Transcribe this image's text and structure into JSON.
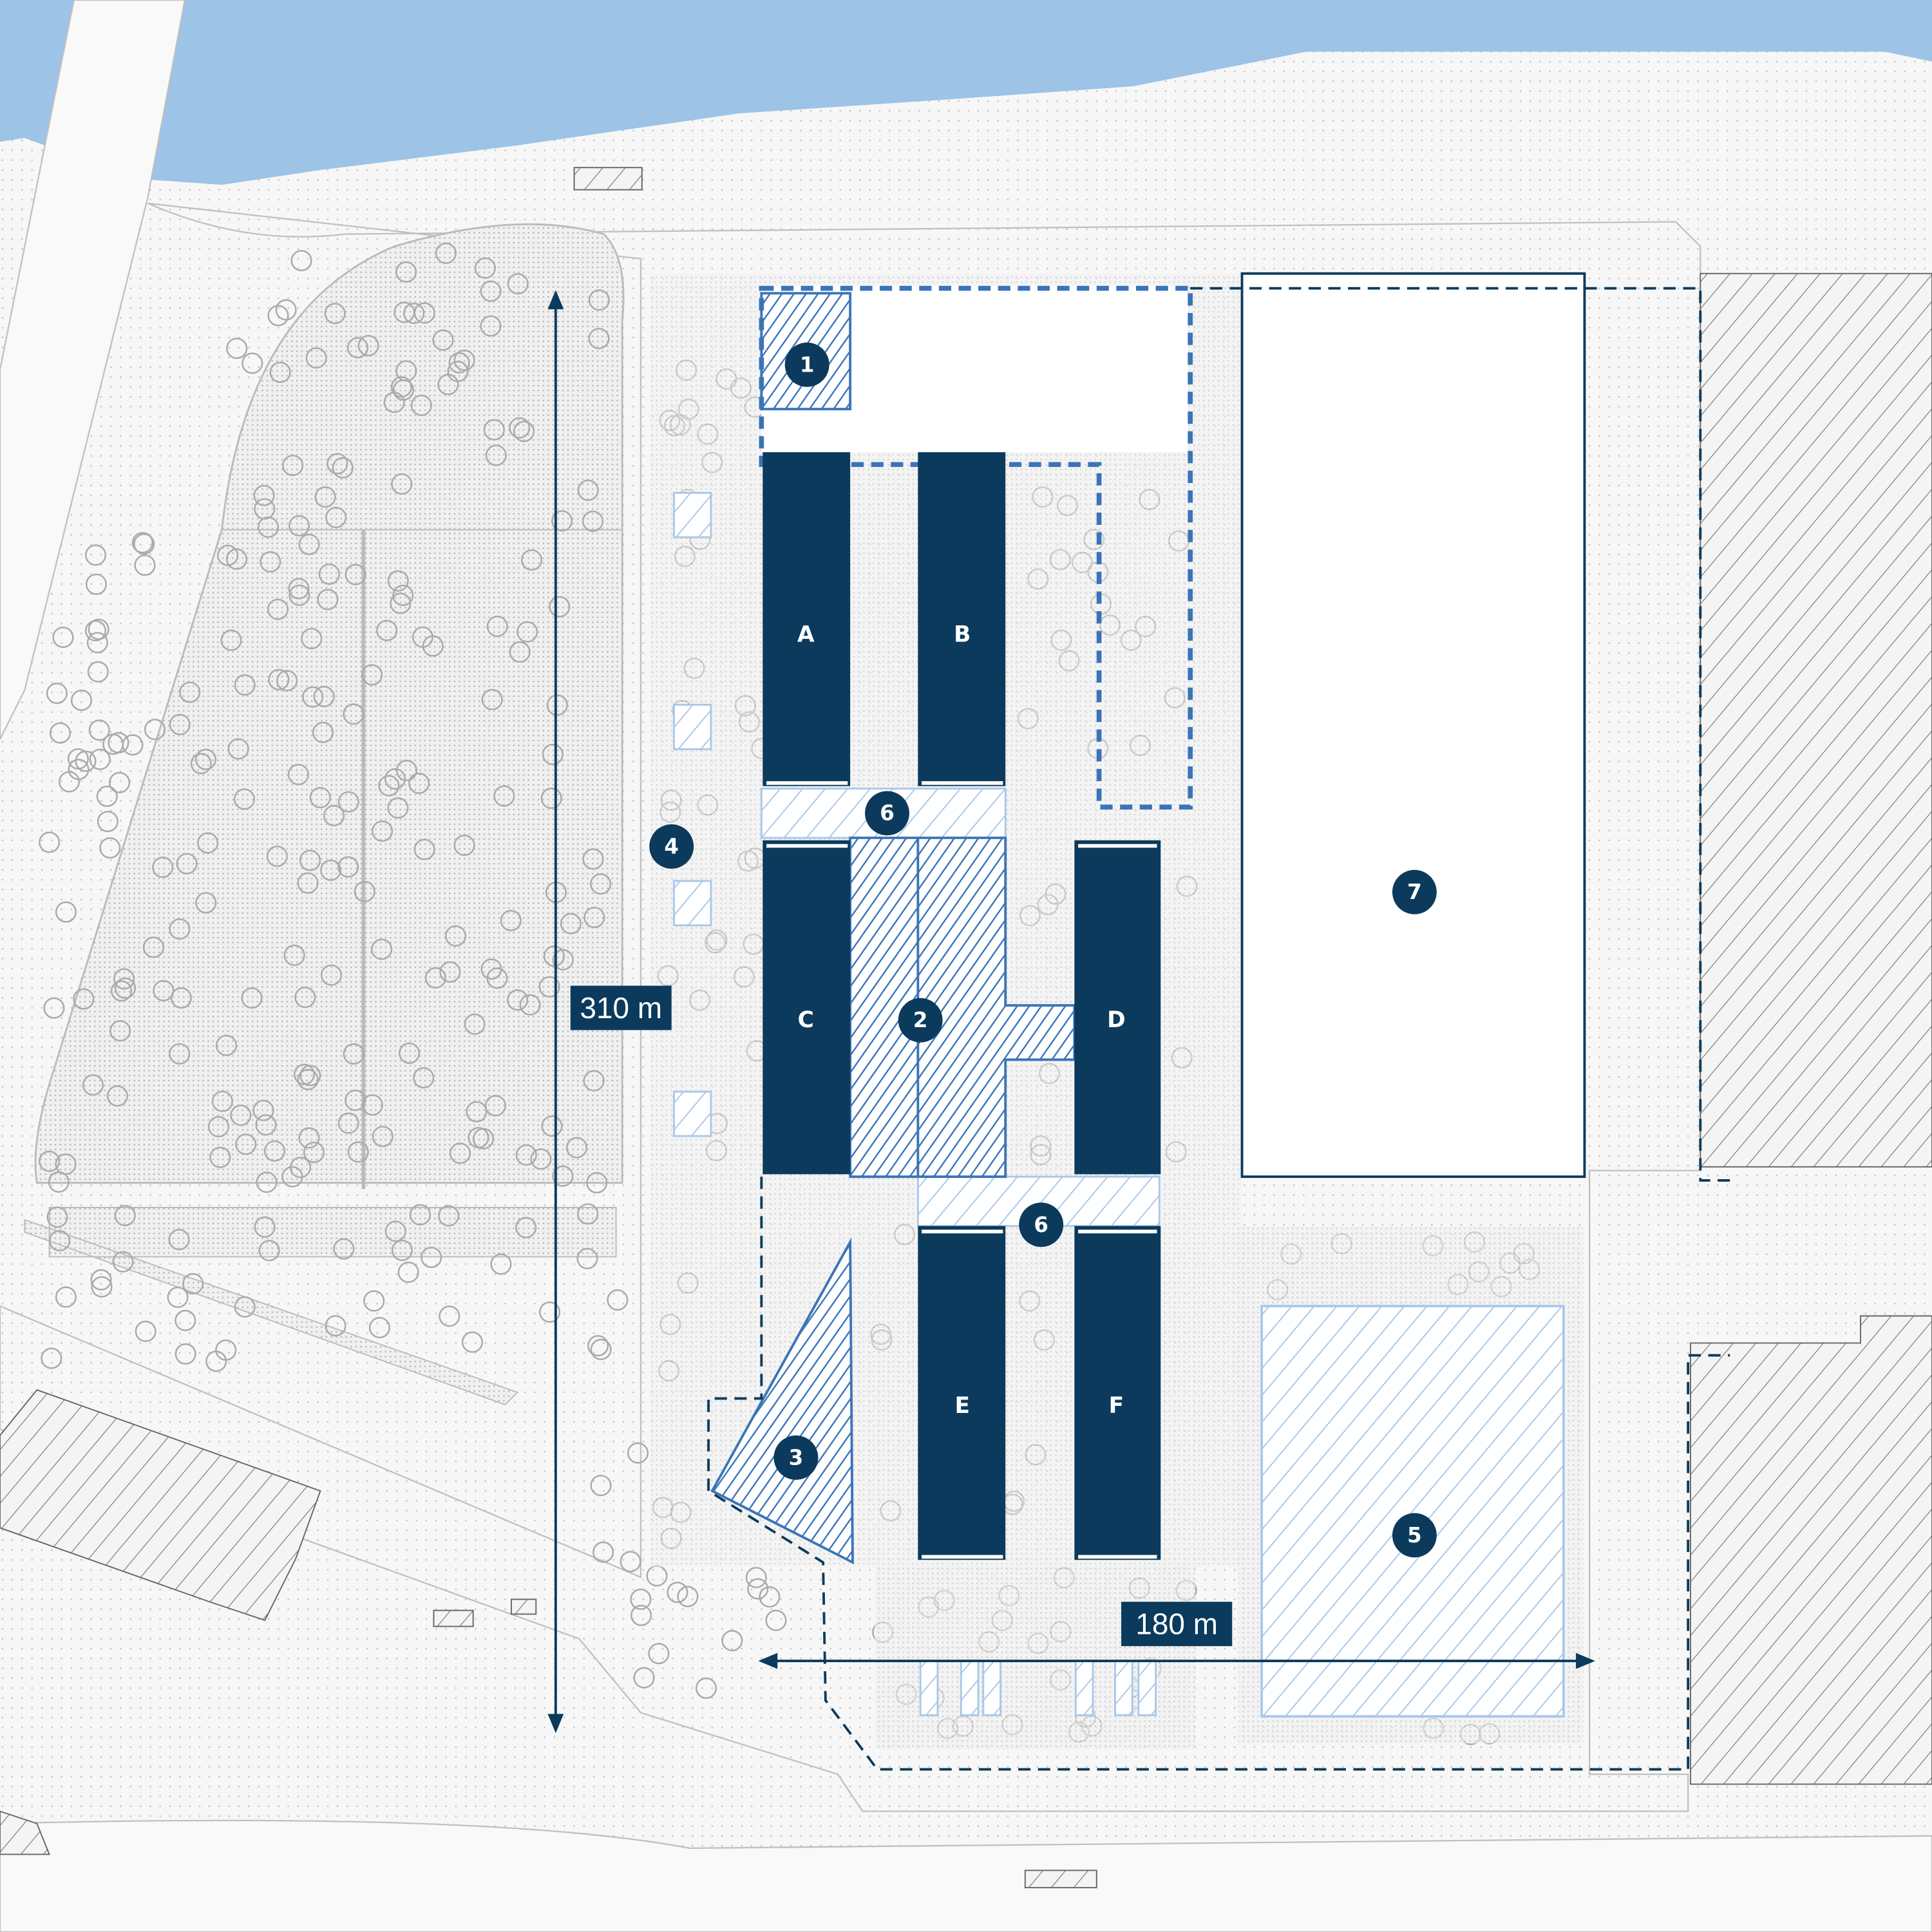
{
  "buildings": [
    {
      "letter": "A"
    },
    {
      "letter": "B"
    },
    {
      "letter": "C"
    },
    {
      "letter": "D"
    },
    {
      "letter": "E"
    },
    {
      "letter": "F"
    }
  ],
  "markers": [
    "1",
    "2",
    "3",
    "4",
    "5",
    "6",
    "6",
    "7"
  ],
  "dimensions": {
    "vertical": "310 m",
    "horizontal": "180 m"
  },
  "colors": {
    "water": "#9dc3e6",
    "building": "#0b3a5c",
    "hatch_mid": "#3a74b8",
    "hatch_light": "#a8c8ea",
    "ground": "#c8c8c8"
  }
}
